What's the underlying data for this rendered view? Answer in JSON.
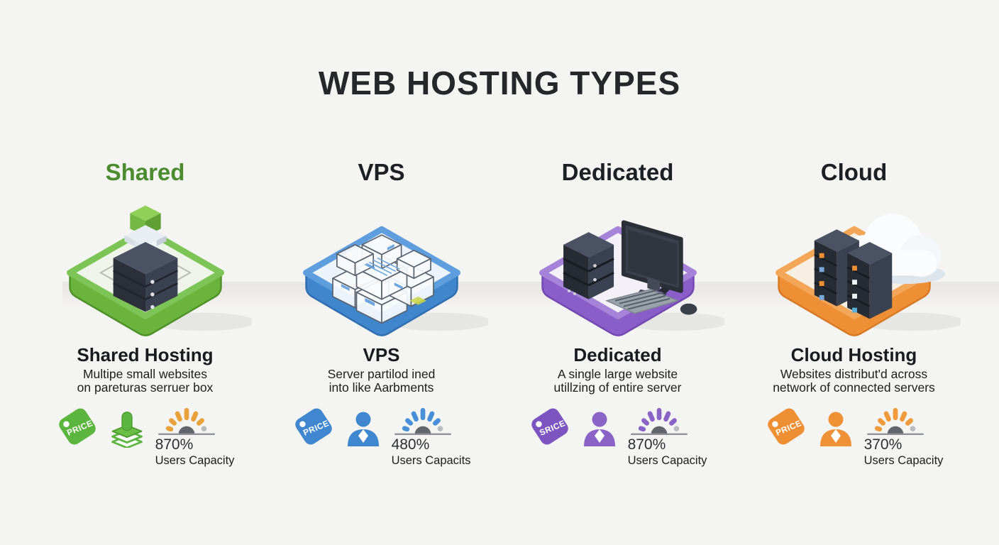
{
  "page": {
    "title": "WEB HOSTING TYPES",
    "background": "#f4f4f2"
  },
  "columns": [
    {
      "id": "shared",
      "header": "Shared",
      "header_color": "#4a8c2e",
      "accent": "#5cb53e",
      "gauge_color": "#e9a23b",
      "card_title": "Shared Hosting",
      "desc_line1": "Multipe small websites",
      "desc_line2": "on pareturas serruer box",
      "price_tag": "PRICE",
      "capacity_percent": "870%",
      "capacity_label": "Users Capacity",
      "illustration": "server-stack-on-green-platform",
      "secondary_icon": "server-layers-icon"
    },
    {
      "id": "vps",
      "header": "VPS",
      "header_color": "#1c1f24",
      "accent": "#3f87ce",
      "gauge_color": "#4a90d9",
      "card_title": "VPS",
      "desc_line1": "Server partilod ined",
      "desc_line2": "into like Aarbments",
      "price_tag": "PRICE",
      "capacity_percent": "480%",
      "capacity_label": "Users Capacits",
      "illustration": "partitioned-cubes-on-blue-platform",
      "secondary_icon": "user-icon"
    },
    {
      "id": "dedicated",
      "header": "Dedicated",
      "header_color": "#1c1f24",
      "accent": "#7d55c0",
      "gauge_color": "#8a63c7",
      "card_title": "Dedicated",
      "desc_line1": "A single large website",
      "desc_line2": "utillzing of entire server",
      "price_tag": "SRICE",
      "capacity_percent": "870%",
      "capacity_label": "Users Capacity",
      "illustration": "workstation-on-purple-platform",
      "secondary_icon": "user-icon"
    },
    {
      "id": "cloud",
      "header": "Cloud",
      "header_color": "#1c1f24",
      "accent": "#ef8f33",
      "gauge_color": "#ef9a3c",
      "card_title": "Cloud Hosting",
      "desc_line1": "Websites distribut'd across",
      "desc_line2": "network of connected servers",
      "price_tag": "PRICE",
      "capacity_percent": "370%",
      "capacity_label": "Users Capacity",
      "illustration": "servers-and-cloud-on-orange-platform",
      "secondary_icon": "user-icon"
    }
  ]
}
